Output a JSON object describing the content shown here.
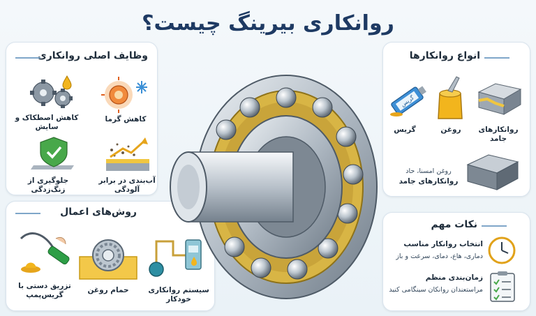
{
  "title": "روانکاری بیرینگ چیست؟",
  "functions": {
    "title": "وظایف اصلی روانکاری",
    "items": [
      {
        "label": "کاهش اصطکاک و سایش",
        "icon": "gears-oil-drop-icon"
      },
      {
        "label": "کاهش گرما",
        "icon": "heat-cooling-icon"
      },
      {
        "label": "جلوگیری از زنگ‌زدگی",
        "icon": "shield-check-icon"
      },
      {
        "label": "آب‌بندی در برابر آلودگی",
        "icon": "contamination-seal-icon"
      }
    ]
  },
  "methods": {
    "title": "روش‌های اعمال",
    "items": [
      {
        "label": "تزریق دستی با گریس‌پمپ",
        "icon": "grease-gun-icon"
      },
      {
        "label": "حمام روغن",
        "icon": "oil-bath-icon"
      },
      {
        "label": "سیستم روانکاری خودکار",
        "icon": "auto-lubrication-system-icon"
      }
    ]
  },
  "types": {
    "title": "انواع روانکارها",
    "items": [
      {
        "label": "گریس",
        "icon": "grease-tube-icon",
        "tube_text": "گریس"
      },
      {
        "label": "روغن",
        "icon": "oil-can-icon"
      },
      {
        "label": "روانکارهای جامد",
        "icon": "solid-lubricant-block-icon"
      }
    ],
    "extra": {
      "line1": "روغن امسنا، حاد",
      "line2": "روانکارهای جامد",
      "icon": "solid-block-icon"
    }
  },
  "tips": {
    "title": "نکات مهم",
    "items": [
      {
        "label": "انتخاب روانکار مناسب",
        "sub": "دماری، هاع، دمای، سرعت و باز",
        "icon": "clock-icon"
      },
      {
        "label": "زمان‌بندی منظم",
        "sub": "مراستعندان روانکان سینگامی کنید",
        "icon": "checklist-icon"
      }
    ]
  },
  "colors": {
    "accent": "#1e3a63",
    "brass": "#d8b545",
    "steel": "#aeb8c2"
  }
}
